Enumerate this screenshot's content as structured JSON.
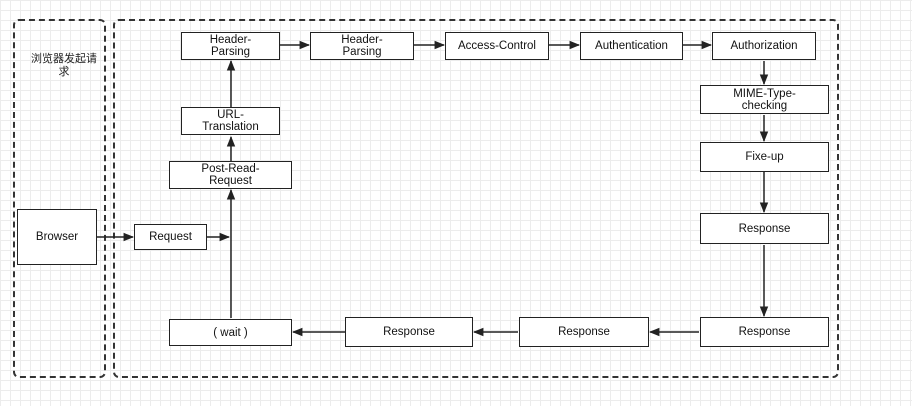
{
  "lanes": {
    "browser_lane_label": "浏览器发起请\n求"
  },
  "nodes": {
    "browser": "Browser",
    "request": "Request",
    "post_read_request": "Post-Read-\nRequest",
    "url_translation": "URL-\nTranslation",
    "header_parsing_1": "Header-\nParsing",
    "header_parsing_2": "Header-\nParsing",
    "access_control": "Access-Control",
    "authentication": "Authentication",
    "authorization": "Authorization",
    "mime_type_checking": "MIME-Type-\nchecking",
    "fixup": "Fixe-up",
    "response_1": "Response",
    "response_2": "Response",
    "response_3": "Response",
    "response_4": "Response",
    "wait": "( wait )"
  },
  "colors": {
    "stroke": "#222222",
    "grid": "#ececec"
  }
}
